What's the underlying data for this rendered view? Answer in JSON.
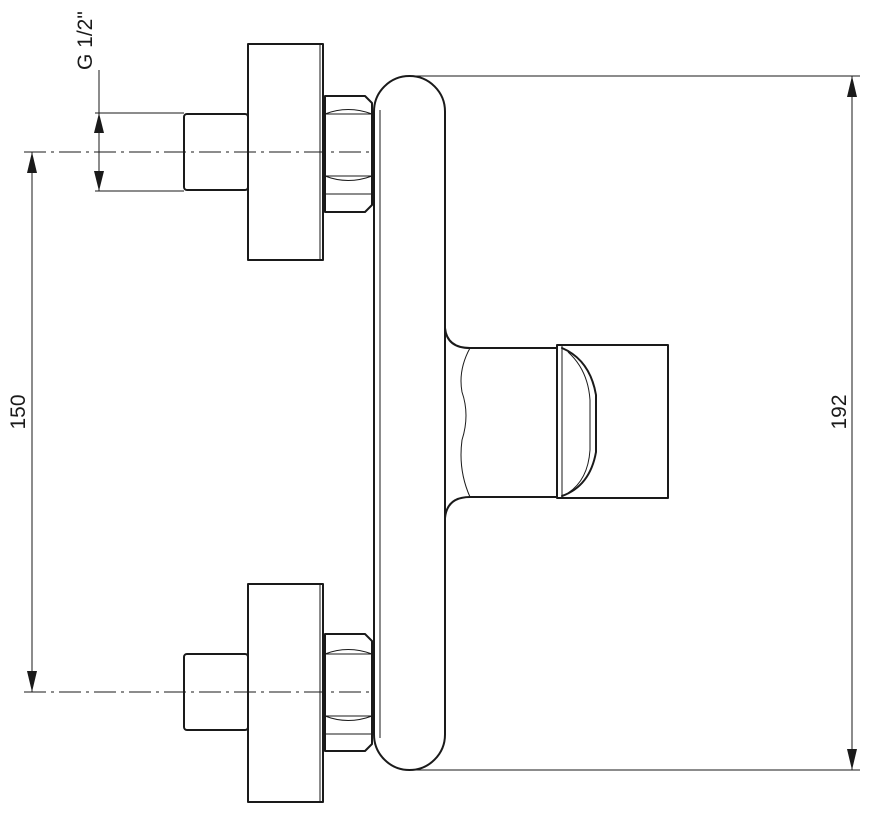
{
  "dimensions": {
    "thread": "G 1/2\"",
    "inlet_spacing": "150",
    "total_height": "192"
  }
}
